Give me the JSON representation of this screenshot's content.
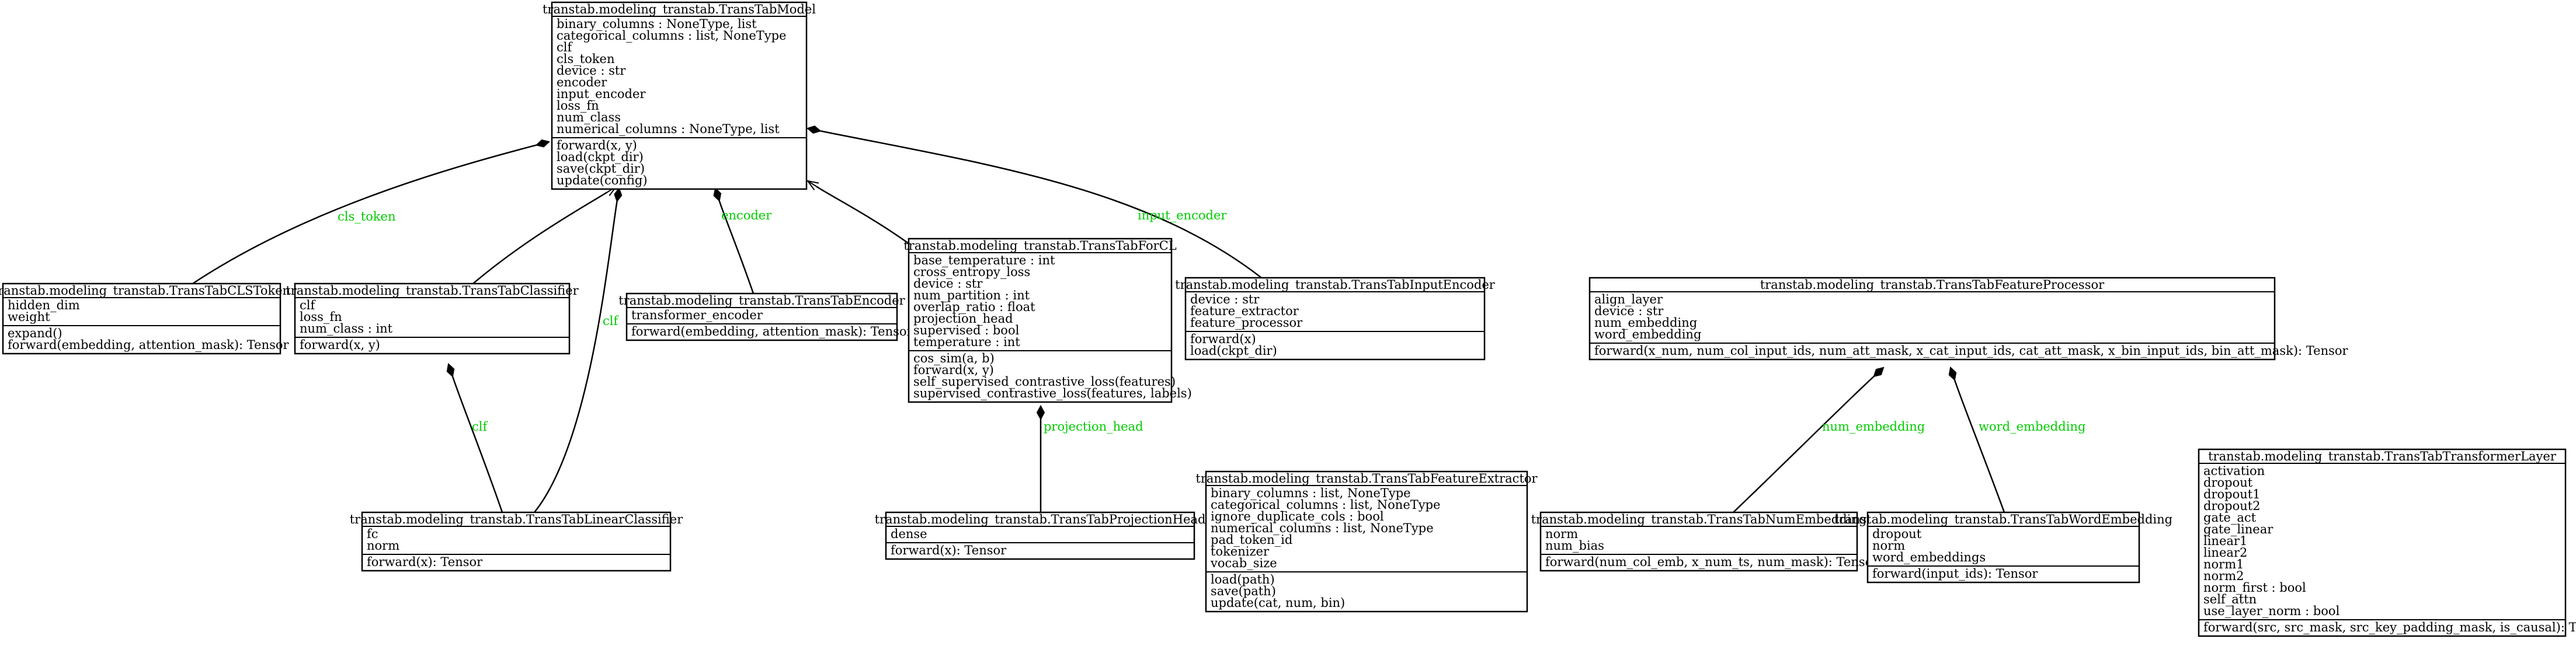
{
  "classes": [
    {
      "id": "transtabmodel",
      "name": "transtab.modeling_transtab.TransTabModel",
      "attributes": [
        "binary_columns : NoneType, list",
        "categorical_columns : list, NoneType",
        "clf",
        "cls_token",
        "device : str",
        "encoder",
        "input_encoder",
        "loss_fn",
        "num_class",
        "numerical_columns : NoneType, list"
      ],
      "methods": [
        "forward(x, y)",
        "load(ckpt_dir)",
        "save(ckpt_dir)",
        "update(config)"
      ]
    },
    {
      "id": "clstoken",
      "name": "transtab.modeling_transtab.TransTabCLSToken",
      "attributes": [
        "hidden_dim",
        "weight"
      ],
      "methods": [
        "expand()",
        "forward(embedding, attention_mask): Tensor"
      ]
    },
    {
      "id": "classifier",
      "name": "transtab.modeling_transtab.TransTabClassifier",
      "attributes": [
        "clf",
        "loss_fn",
        "num_class : int"
      ],
      "methods": [
        "forward(x, y)"
      ]
    },
    {
      "id": "encoder",
      "name": "transtab.modeling_transtab.TransTabEncoder",
      "attributes": [
        "transformer_encoder"
      ],
      "methods": [
        "forward(embedding, attention_mask): Tensor"
      ]
    },
    {
      "id": "forcl",
      "name": "transtab.modeling_transtab.TransTabForCL",
      "attributes": [
        "base_temperature : int",
        "cross_entropy_loss",
        "device : str",
        "num_partition : int",
        "overlap_ratio : float",
        "projection_head",
        "supervised : bool",
        "temperature : int"
      ],
      "methods": [
        "cos_sim(a, b)",
        "forward(x, y)",
        "self_supervised_contrastive_loss(features)",
        "supervised_contrastive_loss(features, labels)"
      ]
    },
    {
      "id": "inputencoder",
      "name": "transtab.modeling_transtab.TransTabInputEncoder",
      "attributes": [
        "device : str",
        "feature_extractor",
        "feature_processor"
      ],
      "methods": [
        "forward(x)",
        "load(ckpt_dir)"
      ]
    },
    {
      "id": "featureprocessor",
      "name": "transtab.modeling_transtab.TransTabFeatureProcessor",
      "attributes": [
        "align_layer",
        "device : str",
        "num_embedding",
        "word_embedding"
      ],
      "methods": [
        "forward(x_num, num_col_input_ids, num_att_mask, x_cat_input_ids, cat_att_mask, x_bin_input_ids, bin_att_mask): Tensor"
      ]
    },
    {
      "id": "linearclassifier",
      "name": "transtab.modeling_transtab.TransTabLinearClassifier",
      "attributes": [
        "fc",
        "norm"
      ],
      "methods": [
        "forward(x): Tensor"
      ]
    },
    {
      "id": "projectionhead",
      "name": "transtab.modeling_transtab.TransTabProjectionHead",
      "attributes": [
        "dense"
      ],
      "methods": [
        "forward(x): Tensor"
      ]
    },
    {
      "id": "featureextractor",
      "name": "transtab.modeling_transtab.TransTabFeatureExtractor",
      "attributes": [
        "binary_columns : list, NoneType",
        "categorical_columns : list, NoneType",
        "ignore_duplicate_cols : bool",
        "numerical_columns : list, NoneType",
        "pad_token_id",
        "tokenizer",
        "vocab_size"
      ],
      "methods": [
        "load(path)",
        "save(path)",
        "update(cat, num, bin)"
      ]
    },
    {
      "id": "numembedding",
      "name": "transtab.modeling_transtab.TransTabNumEmbedding",
      "attributes": [
        "norm",
        "num_bias"
      ],
      "methods": [
        "forward(num_col_emb, x_num_ts, num_mask): Tensor"
      ]
    },
    {
      "id": "wordembedding",
      "name": "transtab.modeling_transtab.TransTabWordEmbedding",
      "attributes": [
        "dropout",
        "norm",
        "word_embeddings"
      ],
      "methods": [
        "forward(input_ids): Tensor"
      ]
    },
    {
      "id": "transformerlayer",
      "name": "transtab.modeling_transtab.TransTabTransformerLayer",
      "attributes": [
        "activation",
        "dropout",
        "dropout1",
        "dropout2",
        "gate_act",
        "gate_linear",
        "linear1",
        "linear2",
        "norm1",
        "norm2",
        "norm_first : bool",
        "self_attn",
        "use_layer_norm : bool"
      ],
      "methods": [
        "forward(src, src_mask, src_key_padding_mask, is_causal): Tensor"
      ]
    }
  ],
  "relations": [
    {
      "id": "clstoken-to-model",
      "from": "clstoken",
      "to": "transtabmodel",
      "kind": "composition",
      "label": "cls_token"
    },
    {
      "id": "classifier-to-model",
      "from": "classifier",
      "to": "transtabmodel",
      "kind": "inheritance",
      "label": ""
    },
    {
      "id": "linear-to-model",
      "from": "linearclassifier",
      "to": "transtabmodel",
      "kind": "composition",
      "label": "clf"
    },
    {
      "id": "encoder-to-model",
      "from": "encoder",
      "to": "transtabmodel",
      "kind": "composition",
      "label": "encoder"
    },
    {
      "id": "forcl-to-model",
      "from": "forcl",
      "to": "transtabmodel",
      "kind": "inheritance",
      "label": ""
    },
    {
      "id": "inputencoder-to-model",
      "from": "inputencoder",
      "to": "transtabmodel",
      "kind": "composition",
      "label": "input_encoder"
    },
    {
      "id": "linear-to-classifier",
      "from": "linearclassifier",
      "to": "classifier",
      "kind": "composition",
      "label": "clf"
    },
    {
      "id": "projection-to-forcl",
      "from": "projectionhead",
      "to": "forcl",
      "kind": "composition",
      "label": "projection_head"
    },
    {
      "id": "numemb-to-processor",
      "from": "numembedding",
      "to": "featureprocessor",
      "kind": "composition",
      "label": "num_embedding"
    },
    {
      "id": "wordemb-to-processor",
      "from": "wordembedding",
      "to": "featureprocessor",
      "kind": "composition",
      "label": "word_embedding"
    }
  ],
  "colors": {
    "box_border": "#000000",
    "box_fill": "#ffffff",
    "text": "#000000",
    "edge_label": "#00cc00"
  }
}
